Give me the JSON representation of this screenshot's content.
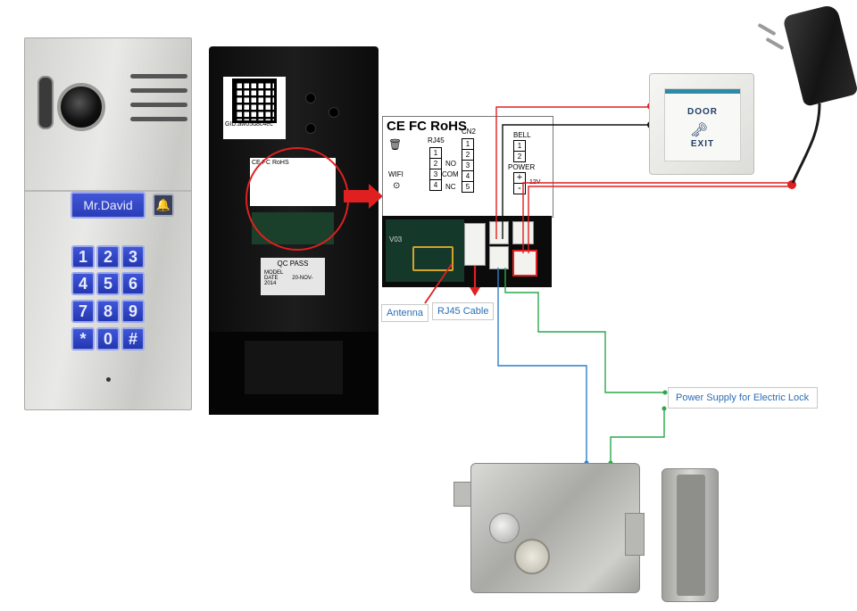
{
  "intercom_front": {
    "name_plate": "Mr.David",
    "keypad": [
      "1",
      "2",
      "3",
      "4",
      "5",
      "6",
      "7",
      "8",
      "9",
      "*",
      "0",
      "#"
    ]
  },
  "back_housing": {
    "qr_id": "GID:aw05d8c4ec",
    "qc_tag": {
      "title": "QC PASS",
      "model_label": "MODEL",
      "date_label": "DATE",
      "date_value": "20-NOV-2014"
    }
  },
  "terminal_label": {
    "marks": "CE FC RoHS",
    "rj45": "RJ45",
    "cn2": "CN2",
    "rj45_pins": [
      "1",
      "2",
      "3",
      "4"
    ],
    "cn2_pins": [
      "1",
      "2",
      "3",
      "4",
      "5"
    ],
    "relay": [
      "NO",
      "COM",
      "NC"
    ],
    "wifi": "WIFI",
    "bell": "BELL",
    "bell_pins": [
      "1",
      "2"
    ],
    "power": "POWER",
    "power_pins": [
      "+",
      "-"
    ],
    "power_voltage": "12V",
    "board_ver": "V03"
  },
  "callouts": {
    "antenna": "Antenna",
    "rj45_cable": "RJ45 Cable",
    "power_supply_lock": "Power Supply for Electric Lock"
  },
  "exit_button": {
    "line1": "DOOR",
    "line2": "EXIT"
  },
  "colors": {
    "red_wire": "#e02020",
    "black_wire": "#111111",
    "blue_wire": "#2f7fc8",
    "green_wire": "#2aa84a",
    "callout_text": "#2a6db5"
  }
}
